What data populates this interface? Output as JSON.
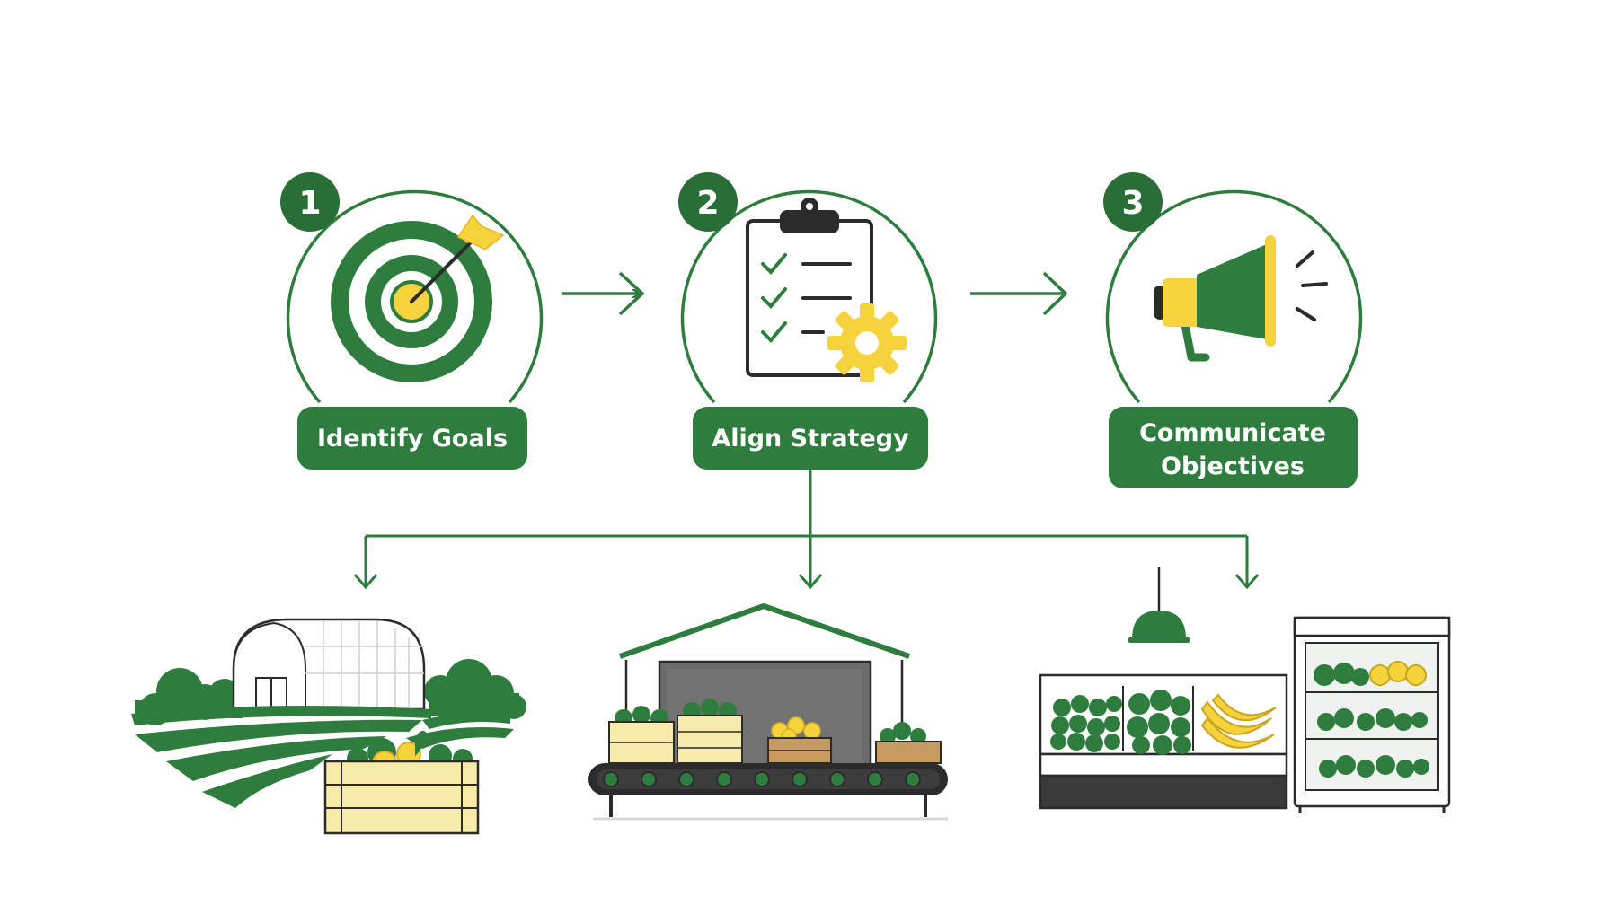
{
  "colors": {
    "green": "#2e7d3e",
    "dark_green": "#2a6e37",
    "yellow": "#f6d33c",
    "light_yellow": "#f7ebaa",
    "dark": "#2b2b2b",
    "grey": "#6b6b6b",
    "white": "#ffffff"
  },
  "steps": [
    {
      "number": "1",
      "label_lines": [
        "Identify Goals"
      ],
      "icon": "target-arrow-icon"
    },
    {
      "number": "2",
      "label_lines": [
        "Align Strategy"
      ],
      "icon": "clipboard-gear-icon"
    },
    {
      "number": "3",
      "label_lines": [
        "Communicate",
        "Objectives"
      ],
      "icon": "megaphone-icon"
    }
  ],
  "destinations": [
    {
      "name": "farm",
      "icon": "farm-greenhouse-icon"
    },
    {
      "name": "warehouse",
      "icon": "warehouse-conveyor-icon"
    },
    {
      "name": "retail",
      "icon": "retail-produce-display-icon"
    }
  ]
}
